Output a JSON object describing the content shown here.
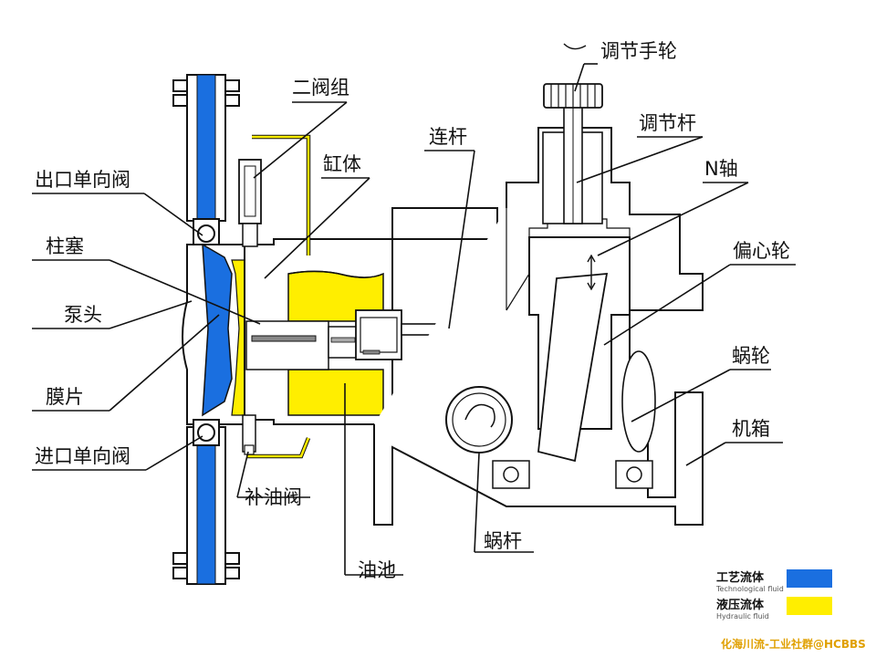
{
  "labels": {
    "valve_group": "二阀组",
    "handwheel": "调节手轮",
    "adjust_rod": "调节杆",
    "connecting_rod": "连杆",
    "cylinder": "缸体",
    "n_shaft": "N轴",
    "outlet_check_valve": "出口单向阀",
    "plunger": "柱塞",
    "eccentric_wheel": "偏心轮",
    "pump_head": "泵头",
    "worm_wheel": "蜗轮",
    "diaphragm": "膜片",
    "housing": "机箱",
    "inlet_check_valve": "进口单向阀",
    "oil_refill_valve": "补油阀",
    "worm": "蜗杆",
    "oil_reservoir": "油池"
  },
  "legend": {
    "process_fluid_cn": "工艺流体",
    "process_fluid_en": "Technological fluid",
    "process_fluid_color": "#1a6fe0",
    "hydraulic_fluid_cn": "液压流体",
    "hydraulic_fluid_en": "Hydraulic fluid",
    "hydraulic_fluid_color": "#ffee00"
  },
  "watermark": "化海川流-工业社群@HCBBS",
  "colors": {
    "process_fluid": "#1a6fe0",
    "hydraulic_fluid": "#ffee00",
    "watermark": "#e0a000"
  }
}
